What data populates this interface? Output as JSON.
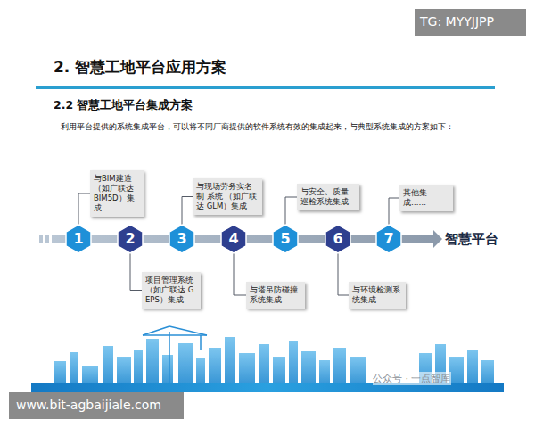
{
  "diagram": {
    "title": "2. 智慧工地平台应用方案",
    "nodes": [
      {
        "text": [
          "1"
        ]
      },
      {
        "text": [
          "2"
        ]
      },
      {
        "text": [
          "3"
        ]
      },
      {
        "text": [
          "4"
        ]
      },
      {
        "text": [
          "5"
        ]
      },
      {
        "text": [
          "6"
        ]
      },
      {
        "text": [
          "7"
        ]
      },
      {
        "text": [
          "与BIM建造 （如广联达 BIM5D）集成"
        ]
      },
      {
        "text": [
          "项目管理系统 （如广联达 GEPS）集成"
        ]
      },
      {
        "text": [
          "与现场劳务实名制 系统 （如广联达 GLM）集成"
        ]
      },
      {
        "text": [
          "与塔吊防碰撞 系统集成"
        ]
      },
      {
        "text": [
          "与安全、质量 巡检系统集成"
        ]
      },
      {
        "text": [
          "与环境检测系 统集成"
        ]
      },
      {
        "text": [
          "其他集成……"
        ]
      }
    ],
    "edges": [
      {
        "from": 0,
        "to": 7,
        "arrow": "none"
      },
      {
        "from": 1,
        "to": 8,
        "arrow": "none"
      },
      {
        "from": 2,
        "to": 9,
        "arrow": "none"
      },
      {
        "from": 3,
        "to": 10,
        "arrow": "none"
      },
      {
        "from": 4,
        "to": 11,
        "arrow": "none"
      },
      {
        "from": 5,
        "to": 12,
        "arrow": "none"
      },
      {
        "from": 6,
        "to": 13,
        "arrow": "none"
      }
    ],
    "labels": [
      "TG: MYYJJPP",
      "2.2 智慧工地平台集成方案",
      "利用平台提供的系统集成平台，可以将不同厂商提供的软件系统有效的集成起来，与典型系统集成的方案如下：",
      "智慧平台",
      "公众号 · 一点智库",
      "www.bit-agbaijiale.com"
    ]
  }
}
